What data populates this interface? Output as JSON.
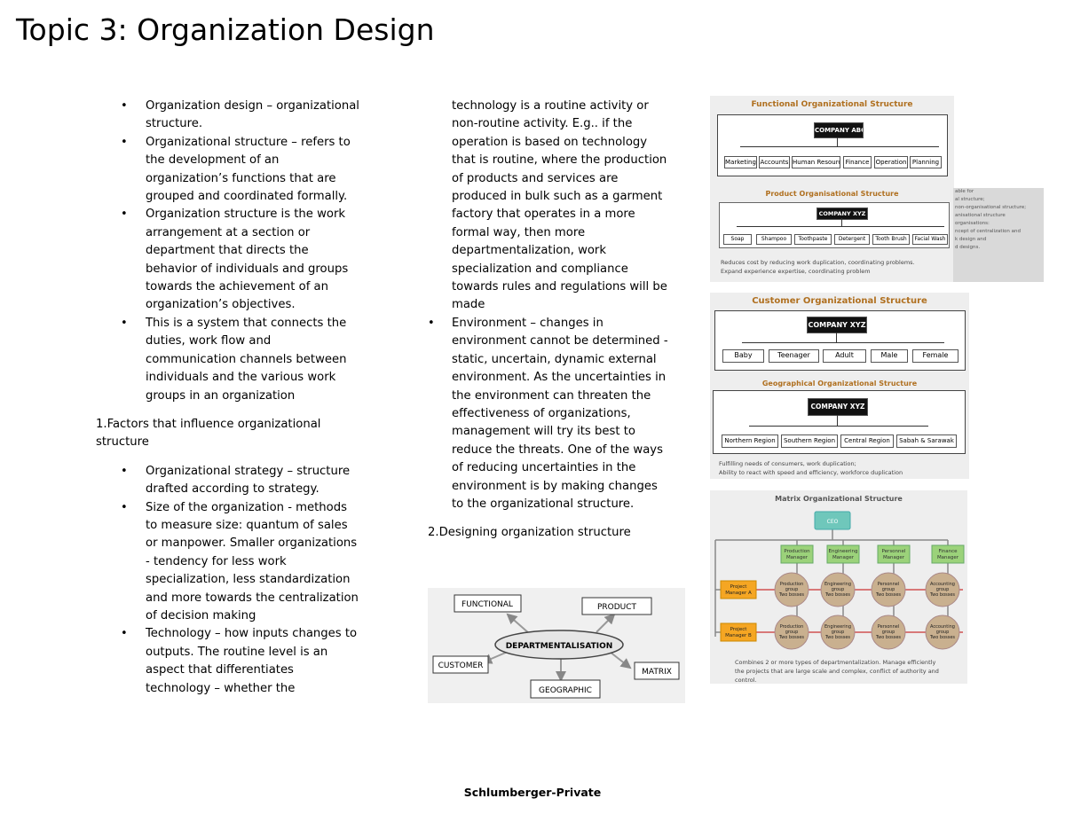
{
  "title": "Topic 3: Organization Design",
  "column1": {
    "bullets_a": [
      "Organization design – organizational structure.",
      "Organizational structure – refers to the development of an organization’s functions that are grouped and coordinated formally.",
      "Organization structure is the work arrangement at a section or department that directs the behavior of individuals and groups towards the achievement of an organization’s objectives.",
      "This is a system that connects the duties, work flow and communication channels between individuals and the various work groups in an organization"
    ],
    "heading": "1.Factors that influence organizational structure",
    "bullets_b": [
      "Organizational strategy – structure drafted according to strategy.",
      "Size of the organization - methods to measure size: quantum of sales or manpower. Smaller organizations - tendency for less work specialization, less standardization and more towards the centralization of decision making",
      "Technology – how inputs changes to outputs. The routine level is an aspect that differentiates technology – whether the"
    ]
  },
  "column2": {
    "continuation": "technology is a routine activity or non-routine activity. E.g.. if the operation is based on technology that is routine, where the production of products and services are produced in bulk such as a garment factory that operates in a more formal way, then more departmentalization, work specialization and compliance towards rules and regulations will be made",
    "bullets": [
      "Environment – changes in environment cannot be determined - static, uncertain, dynamic external environment. As the uncertainties in the environment can threaten the effectiveness of organizations, management will try its best to reduce the threats. One of the ways of reducing uncertainties in the environment is by making changes to the organizational structure."
    ],
    "heading": "2.Designing organization structure"
  },
  "dept_diagram": {
    "center": "DEPARTMENTALISATION",
    "nodes": [
      "FUNCTIONAL",
      "PRODUCT",
      "CUSTOMER",
      "MATRIX",
      "GEOGRAPHIC"
    ]
  },
  "functional": {
    "title": "Functional Organizational Structure",
    "root": "COMPANY ABC",
    "children": [
      "Marketing",
      "Accounts",
      "Human Resource",
      "Finance",
      "Operation",
      "Planning"
    ]
  },
  "product": {
    "title": "Product Organisational Structure",
    "root": "COMPANY XYZ",
    "children": [
      "Soap",
      "Shampoo",
      "Toothpaste",
      "Detergent",
      "Tooth Brush",
      "Facial Wash"
    ],
    "note1": "Reduces cost by reducing work duplication, coordinating problems.",
    "note2": "Expand experience expertise, coordinating problem"
  },
  "customer": {
    "title": "Customer Organizational Structure",
    "root": "COMPANY XYZ",
    "children": [
      "Baby",
      "Teenager",
      "Adult",
      "Male",
      "Female"
    ]
  },
  "geographic": {
    "title": "Geographical Organizational Structure",
    "root": "COMPANY XYZ",
    "children": [
      "Northern Region",
      "Southern Region",
      "Central Region",
      "Sabah & Sarawak"
    ],
    "note1": "Fulfilling needs of consumers, work duplication;",
    "note2": "Ability to react with speed and efficiency, workforce duplication"
  },
  "matrix": {
    "title": "Matrix Organizational Structure",
    "ceo": "CEO",
    "managers": [
      [
        "Production",
        "Manager"
      ],
      [
        "Engineering",
        "Manager"
      ],
      [
        "Personnel",
        "Manager"
      ],
      [
        "Finance",
        "Manager"
      ]
    ],
    "projects": [
      [
        "Project",
        "Manager A"
      ],
      [
        "Project",
        "Manager B"
      ]
    ],
    "groups": [
      [
        [
          "Production",
          "group",
          "Two bosses"
        ],
        [
          "Engineering",
          "group",
          "Two bosses"
        ],
        [
          "Personnel",
          "group",
          "Two bosses"
        ],
        [
          "Accounting",
          "group",
          "Two bosses"
        ]
      ],
      [
        [
          "Production",
          "group",
          "Two bosses"
        ],
        [
          "Engineering",
          "group",
          "Two bosses"
        ],
        [
          "Personnel",
          "group",
          "Two bosses"
        ],
        [
          "Accounting",
          "group",
          "Two bosses"
        ]
      ]
    ],
    "note1": "Combines 2 or more types of departmentalization. Manage efficiently",
    "note2": "the projects that are large scale and complex, conflict of authority and",
    "note3": "control."
  },
  "side_text": [
    "able for",
    "al structure;",
    "non-organisational structure;",
    "anisational structure",
    "organisations:",
    "ncept of centralization and",
    "k design and",
    "d designs."
  ],
  "footer": "Schlumberger-Private"
}
